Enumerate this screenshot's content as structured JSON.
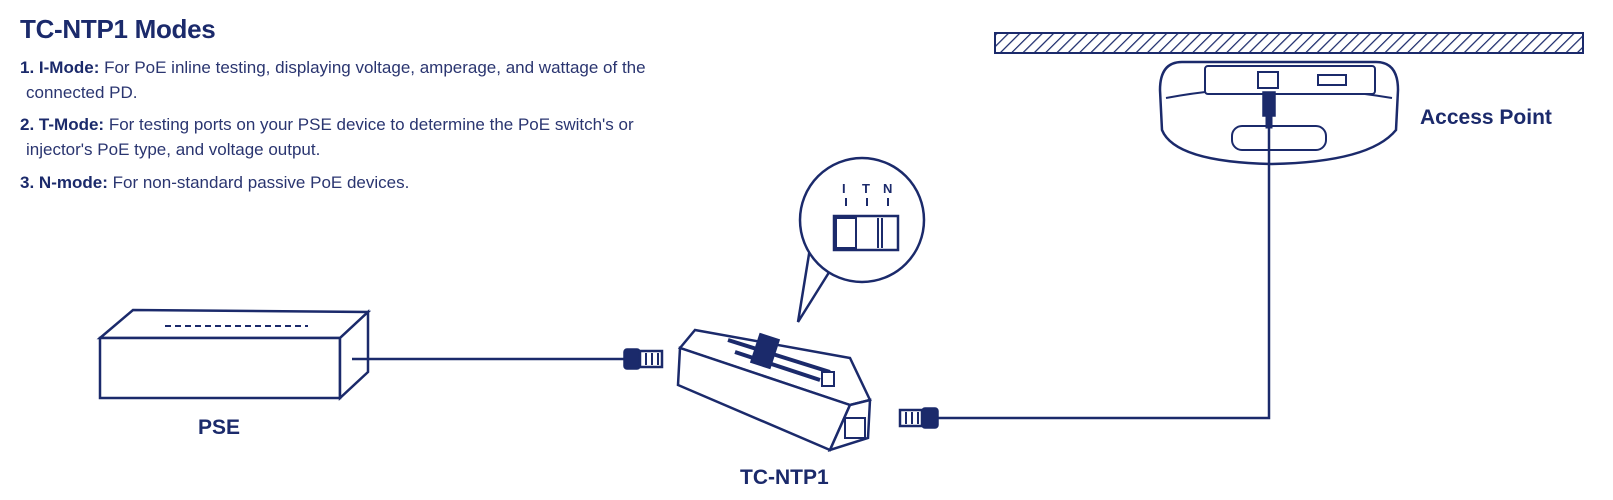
{
  "title": "TC-NTP1 Modes",
  "modes": [
    {
      "num": "1.",
      "name": "I-Mode:",
      "desc_line1": "For PoE inline testing, displaying voltage, amperage, and wattage of the",
      "desc_line2": "connected PD."
    },
    {
      "num": "2.",
      "name": "T-Mode:",
      "desc_line1": "For testing ports on your PSE device to determine the PoE switch's or",
      "desc_line2": "injector's PoE type, and voltage output."
    },
    {
      "num": "3.",
      "name": "N-mode:",
      "desc_line1": "For non-standard passive PoE devices.",
      "desc_line2": ""
    }
  ],
  "labels": {
    "pse": "PSE",
    "tester": "TC-NTP1",
    "access_point": "Access Point"
  },
  "switch_labels": [
    "I",
    "T",
    "N"
  ],
  "colors": {
    "line": "#1b2a6b",
    "text": "#1b2a6b"
  }
}
